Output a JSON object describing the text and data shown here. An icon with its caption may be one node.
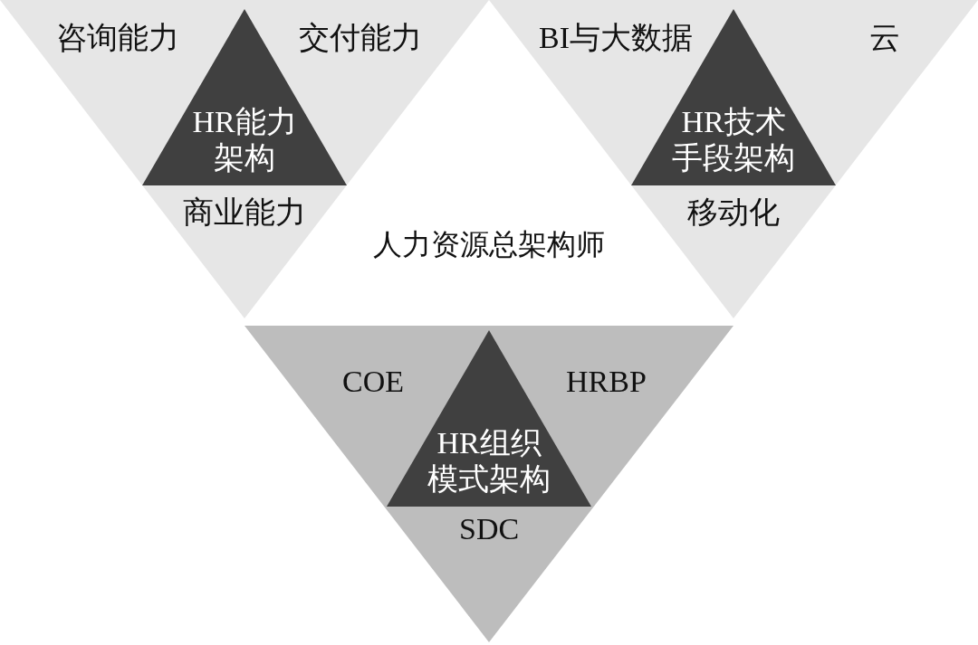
{
  "diagram": {
    "nodes": [
      {
        "text": [],
        "shape": "triangle"
      },
      {
        "text": [
          "咨询能力"
        ],
        "in": 0
      },
      {
        "text": [
          "交付能力"
        ],
        "in": 0
      },
      {
        "text": [
          "HR能力架构"
        ],
        "in": 0
      },
      {
        "text": [
          "商业能力"
        ],
        "in": 0
      },
      {
        "text": [],
        "shape": "triangle"
      },
      {
        "text": [
          "BI与大数据"
        ],
        "in": 5
      },
      {
        "text": [
          "云"
        ],
        "in": 5
      },
      {
        "text": [
          "HR技术手段架构"
        ],
        "in": 5
      },
      {
        "text": [
          "移动化"
        ],
        "in": 5
      },
      {
        "text": [
          "人力资源总架构师"
        ]
      },
      {
        "text": [],
        "shape": "triangle"
      },
      {
        "text": [
          "COE"
        ],
        "in": 11
      },
      {
        "text": [
          "HRBP"
        ],
        "in": 11
      },
      {
        "text": [
          "HR组织模式架构"
        ],
        "in": 11
      },
      {
        "text": [
          "SDC"
        ],
        "in": 11
      }
    ]
  }
}
